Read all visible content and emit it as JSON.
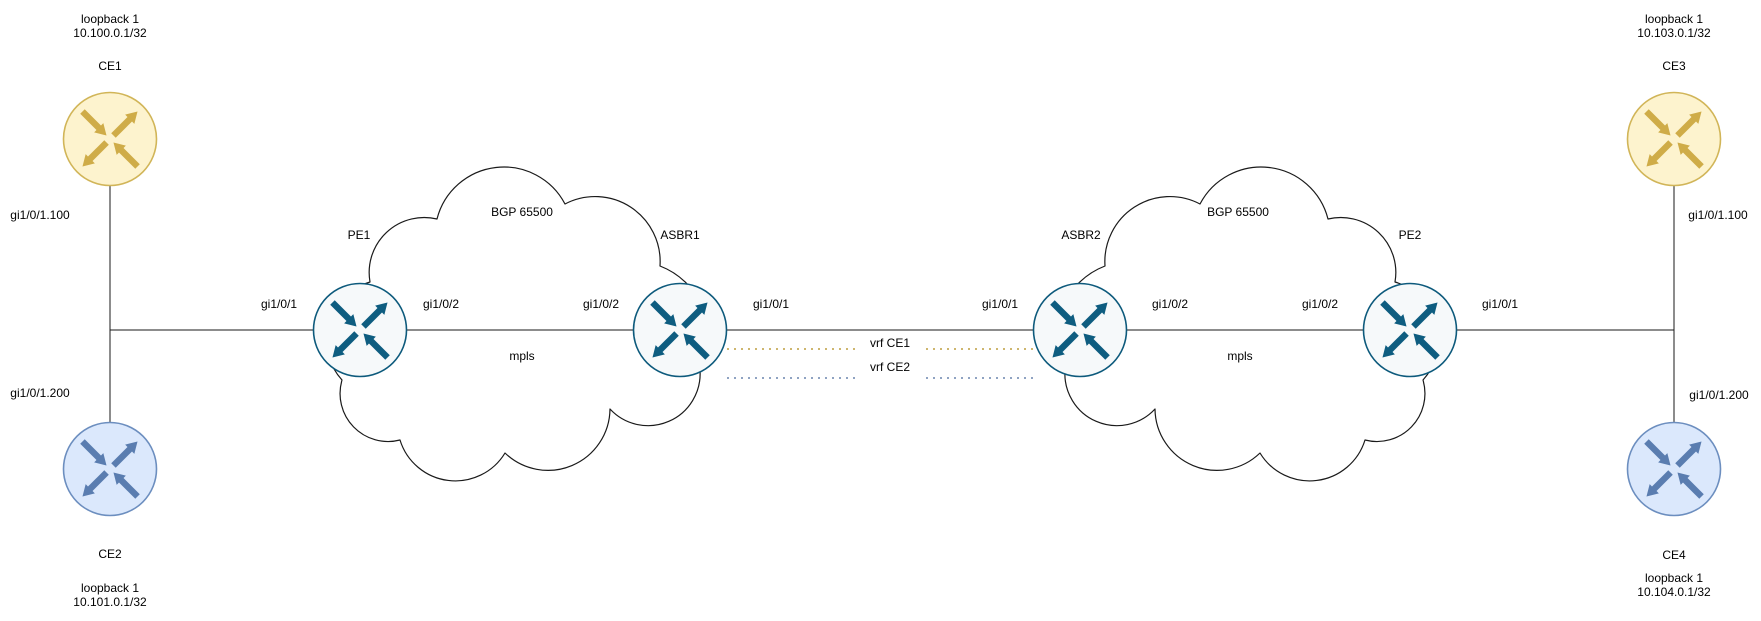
{
  "nodes": {
    "ce1": {
      "name": "CE1",
      "loopback_label": "loopback 1",
      "loopback_ip": "10.100.0.1/32",
      "interface": "gi1/0/1.100"
    },
    "ce2": {
      "name": "CE2",
      "loopback_label": "loopback 1",
      "loopback_ip": "10.101.0.1/32",
      "interface": "gi1/0/1.200"
    },
    "ce3": {
      "name": "CE3",
      "loopback_label": "loopback 1",
      "loopback_ip": "10.103.0.1/32",
      "interface": "gi1/0/1.100"
    },
    "ce4": {
      "name": "CE4",
      "loopback_label": "loopback 1",
      "loopback_ip": "10.104.0.1/32",
      "interface": "gi1/0/1.200"
    },
    "pe1": {
      "name": "PE1",
      "if_left": "gi1/0/1",
      "if_right": "gi1/0/2"
    },
    "asbr1": {
      "name": "ASBR1",
      "if_left": "gi1/0/2",
      "if_right": "gi1/0/1"
    },
    "asbr2": {
      "name": "ASBR2",
      "if_left": "gi1/0/1",
      "if_right": "gi1/0/2"
    },
    "pe2": {
      "name": "PE2",
      "if_left": "gi1/0/2",
      "if_right": "gi1/0/1"
    }
  },
  "clouds": {
    "left": {
      "bgp_label": "BGP 65500",
      "transport_label": "mpls"
    },
    "right": {
      "bgp_label": "BGP 65500",
      "transport_label": "mpls"
    }
  },
  "vrf_links": {
    "ce1": {
      "label": "vrf CE1",
      "color": "#ceb66e"
    },
    "ce2": {
      "label": "vrf CE2",
      "color": "#8fa3c2"
    }
  },
  "colors": {
    "ce_yellow_fill": "#fdf3ce",
    "ce_yellow_stroke": "#d1b558",
    "ce_yellow_arrows": "#cfac48",
    "ce_blue_fill": "#dbe8fc",
    "ce_blue_stroke": "#6c8ebf",
    "ce_blue_arrows": "#5a7db0",
    "core_router_fill": "#f6f9fa",
    "core_router_stroke": "#0d5a7c",
    "core_router_arrows": "#0e5d80",
    "link_color": "#1a1a1a",
    "cloud_stroke": "#1a1a1a",
    "label_color": "#000000",
    "background": "#ffffff"
  }
}
